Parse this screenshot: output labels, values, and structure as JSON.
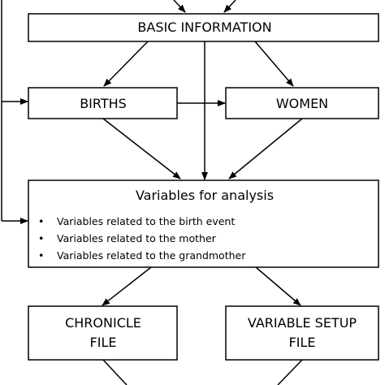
{
  "diagram": {
    "nodes": {
      "basic_information": {
        "label": "BASIC INFORMATION"
      },
      "births": {
        "label": "BIRTHS"
      },
      "women": {
        "label": "WOMEN"
      },
      "analysis": {
        "title": "Variables for analysis",
        "bullets": [
          "Variables related to the birth event",
          "Variables related to the mother",
          "Variables related to the grandmother"
        ]
      },
      "chronicle_file": {
        "label_lines": [
          "CHRONICLE",
          "FILE"
        ]
      },
      "variable_setup_file": {
        "label_lines": [
          "VARIABLE SETUP",
          "FILE"
        ]
      }
    },
    "bullet_symbol": "•"
  }
}
